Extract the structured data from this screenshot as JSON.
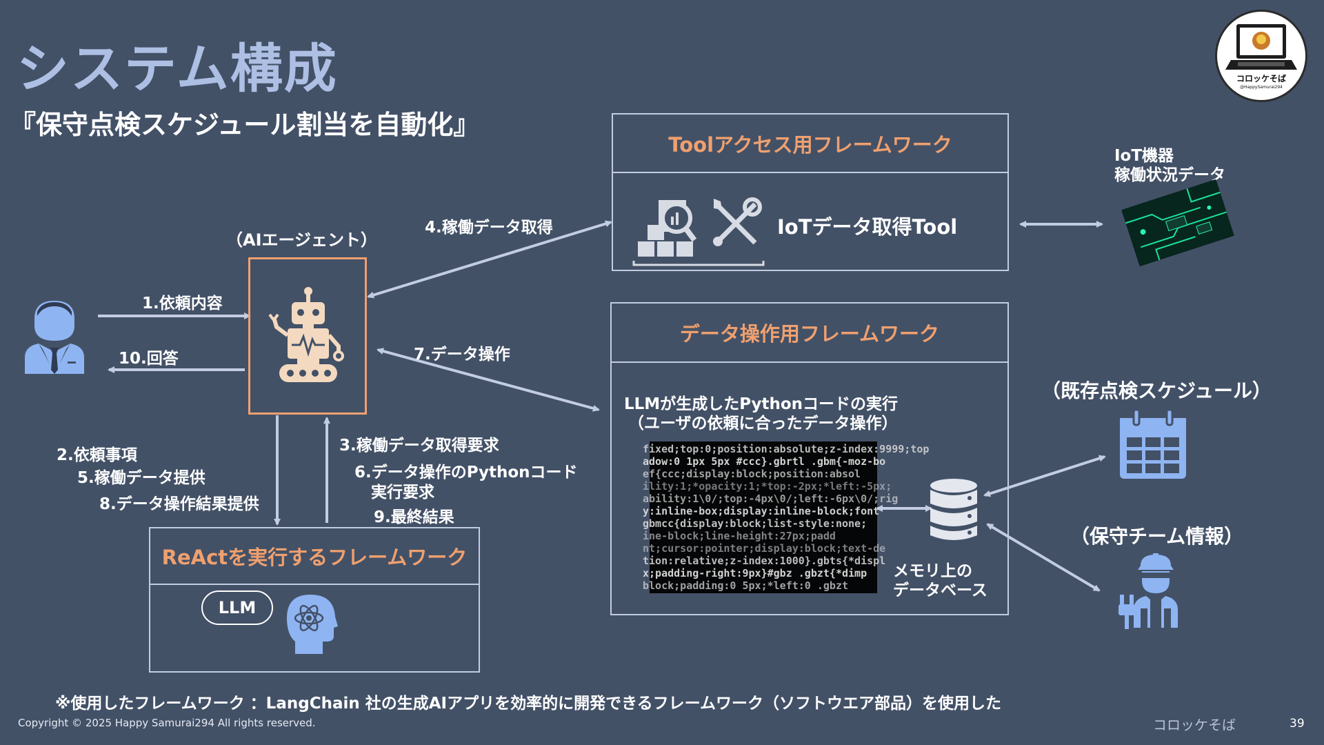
{
  "slide": {
    "title": "システム構成",
    "subtitle": "『保守点検スケジュール割当を自動化』",
    "page_number": "39",
    "brand_footer": "コロッケそば",
    "copyright": "Copyright © 2025 Happy Samurai294 All rights reserved.",
    "footnote": "※使用したフレームワーク ：LangChain 社の生成AIアプリを効率的に開発できるフレームワーク（ソフトウエア部品）を使用した"
  },
  "logo": {
    "name": "コロッケそば",
    "handle": "@HappySamurai294"
  },
  "agent": {
    "label": "（AIエージェント）",
    "icon": "robot-icon"
  },
  "user": {
    "icon": "business-person-icon"
  },
  "tool_framework": {
    "title": "Toolアクセス用フレームワーク",
    "tool_label": "IoTデータ取得Tool",
    "icons": [
      "data-analysis-icon",
      "tools-icon"
    ]
  },
  "data_framework": {
    "title": "データ操作用フレームワーク",
    "desc_line1": "LLMが生成したPythonコードの実行",
    "desc_line2": "（ユーザの依頼に合ったデータ操作）",
    "db_label_line1": "メモリ上の",
    "db_label_line2": "データベース"
  },
  "react_framework": {
    "title": "ReActを実行するフレームワーク",
    "llm_label": "LLM",
    "icon": "ai-head-icon"
  },
  "iot": {
    "label_line1": "IoT機器",
    "label_line2": "稼働状況データ",
    "icon": "circuit-board-photo"
  },
  "schedule": {
    "label": "（既存点検スケジュール）",
    "icon": "calendar-icon"
  },
  "team": {
    "label": "（保守チーム情報）",
    "icon": "worker-icon"
  },
  "arrows": {
    "request": "1.依頼内容",
    "answer": "10.回答",
    "fetch": "4.稼働データ取得",
    "operate": "7.データ操作",
    "down_labels": [
      "2.依頼事項",
      "5.稼働データ提供",
      "8.データ操作結果提供"
    ],
    "up_labels": [
      "3.稼働データ取得要求",
      "6.データ操作のPythonコード",
      "実行要求",
      "9.最終結果"
    ]
  },
  "code_lines": [
    "fixed;top:0;position:absolute;z-index:9999;top",
    "adow:0 1px 5px #ccc}.gbrtl .gbm{-moz-bo",
    "ef{ccc;display:block;position:absol",
    "ility:1;*opacity:1;*top:-2px;*left:-5px;",
    "ability:1\\0/;top:-4px\\0/;left:-6px\\0/;rig",
    "y:inline-box;display:inline-block;font",
    "gbmcc{display:block;list-style:none;",
    "ine-block;line-height:27px;padd",
    "nt;cursor:pointer;display:block;text-de",
    "tion:relative;z-index:1000}.gbts{*displ",
    "x;padding-right:9px}#gbz .gbzt{*dimp",
    "block;padding:0 5px;*left:0 .gbzt"
  ],
  "colors": {
    "background": "#435167",
    "title": "#aebfe4",
    "accent_orange": "#f0a06e",
    "icon_blue": "#8fb4f2",
    "arrow": "#c3cde2"
  }
}
